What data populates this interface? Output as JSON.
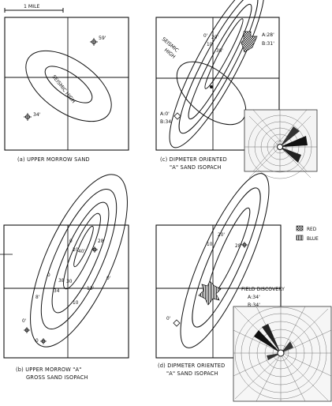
{
  "scale": {
    "label": "1 MILE"
  },
  "panel_a": {
    "caption": "(a) UPPER MORROW SAND",
    "contour_label": "SEISMIC HIGH",
    "well_1": "59'",
    "well_2": "34'"
  },
  "panel_b": {
    "caption_1": "(b) UPPER MORROW \"A\"",
    "caption_2": "GROSS SAND ISOPACH",
    "labels": [
      "0",
      "20",
      "40'",
      "28'",
      "38",
      "30",
      "34",
      "13'",
      "0'",
      "10",
      "8'",
      "0'",
      "0"
    ]
  },
  "panel_c": {
    "caption_1": "(c) DIPMETER ORIENTED",
    "caption_2": "\"A\" SAND ISOPACH",
    "contour_label_1": "SEISMIC",
    "contour_label_2": "HIGH",
    "isopach_labels": [
      "0'",
      "20'",
      "10'",
      "30'"
    ],
    "well_upper_a": "A:28'",
    "well_upper_b": "B:31'",
    "well_lower_a": "A:0'",
    "well_lower_b": "B:34'"
  },
  "panel_d": {
    "caption_1": "(d) DIPMETER ORIENTED",
    "caption_2": "\"A\" SAND ISOPACH",
    "isopach_labels": [
      "20'",
      "10'",
      "28'",
      "0'"
    ],
    "discovery_label": "FIELD DISCOVERY",
    "discovery_a": "A:34'",
    "discovery_b": "B:34'"
  },
  "legend": {
    "items": [
      {
        "label": "RED",
        "pattern": "checker"
      },
      {
        "label": "BLUE",
        "pattern": "hatch"
      }
    ]
  }
}
